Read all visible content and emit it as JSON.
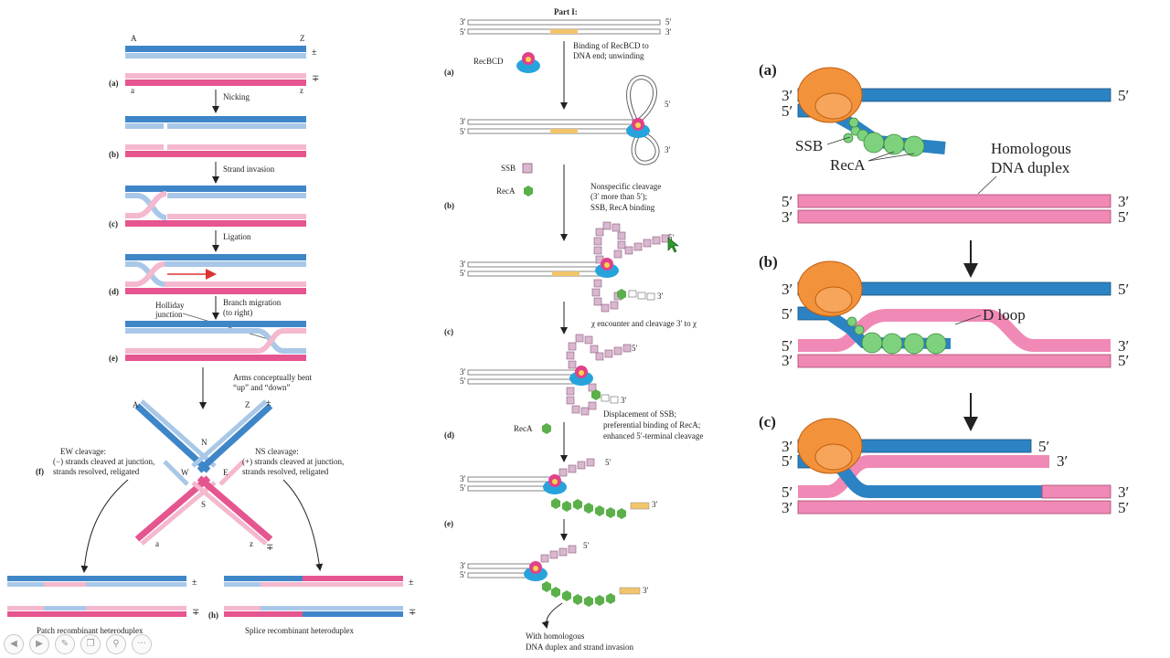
{
  "left": {
    "end_A": "A",
    "end_Z": "Z",
    "end_a": "a",
    "end_z": "z",
    "plus_minus": "±",
    "minus_plus": "∓",
    "step_a": "(a)",
    "step_b": "(b)",
    "step_c": "(c)",
    "step_d": "(d)",
    "step_e": "(e)",
    "step_f": "(f)",
    "step_h": "(h)",
    "nicking": "Nicking",
    "strand_invasion": "Strand invasion",
    "ligation": "Ligation",
    "branch_migration_1": "Branch migration",
    "branch_migration_2": "(to right)",
    "holliday_1": "Holliday",
    "holliday_2": "junction",
    "arms_1": "Arms conceptually bent",
    "arms_2": "“up” and “down”",
    "N": "N",
    "S": "S",
    "E": "E",
    "W": "W",
    "ew_1": "EW cleavage:",
    "ew_2": "(−) strands cleaved at junction,",
    "ew_3": "strands resolved, religated",
    "ns_1": "NS cleavage:",
    "ns_2": "(+) strands cleaved at junction,",
    "ns_3": "strands resolved, religated",
    "patch": "Patch recombinant heteroduplex",
    "splice": "Splice recombinant heteroduplex"
  },
  "middle": {
    "part": "Part I:",
    "p3": "3′",
    "p5": "5′",
    "recbcd": "RecBCD",
    "binding_1": "Binding of RecBCD to",
    "binding_2": "DNA end; unwinding",
    "ssb": "SSB",
    "reca": "RecA",
    "nonspec_1": "Nonspecific cleavage",
    "nonspec_2": "(3′ more than 5′);",
    "nonspec_3": "SSB, RecA binding",
    "chi": "χ encounter and cleavage 3′ to χ",
    "disp_1": "Displacement of SSB;",
    "disp_2": "preferential binding of RecA;",
    "disp_3": "enhanced 5′-terminal cleavage",
    "with_1": "With homologous",
    "with_2": "DNA duplex and strand invasion",
    "a": "(a)",
    "b": "(b)",
    "c": "(c)",
    "d": "(d)",
    "e": "(e)"
  },
  "right": {
    "a": "(a)",
    "b": "(b)",
    "c": "(c)",
    "p3": "3′",
    "p5": "5′",
    "ssb": "SSB",
    "reca": "RecA",
    "homologous_1": "Homologous",
    "homologous_2": "DNA duplex",
    "dloop": "D loop"
  },
  "colors": {
    "blue": "#3f86c8",
    "light_blue": "#a9c8e8",
    "pink": "#e5558f",
    "light_pink": "#f4b8cf",
    "bright_pink": "#f089b5",
    "orange": "#f3923a",
    "green": "#5bbd5b"
  },
  "toolbar_icons": [
    "previous-icon",
    "next-icon",
    "pen-icon",
    "copy-icon",
    "zoom-icon",
    "more-icon"
  ]
}
